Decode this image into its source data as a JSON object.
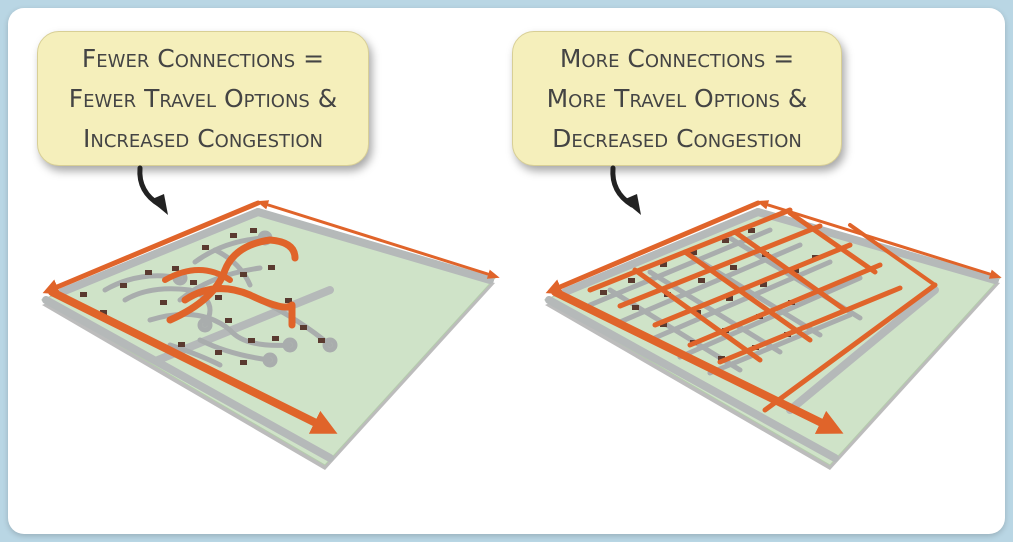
{
  "left_panel": {
    "callout": {
      "line1": "Fewer Connections =",
      "line2": "Fewer Travel Options &",
      "line3": "Increased Congestion"
    }
  },
  "right_panel": {
    "callout": {
      "line1": "More Connections =",
      "line2": "More Travel Options &",
      "line3": "Decreased Congestion"
    }
  },
  "colors": {
    "background": "#b9d6e4",
    "panel": "#ffffff",
    "callout": "#f5efbb",
    "land": "#cfe3c8",
    "road": "#b8bcbc",
    "route": "#e0642a",
    "house": "#5a3a30"
  }
}
